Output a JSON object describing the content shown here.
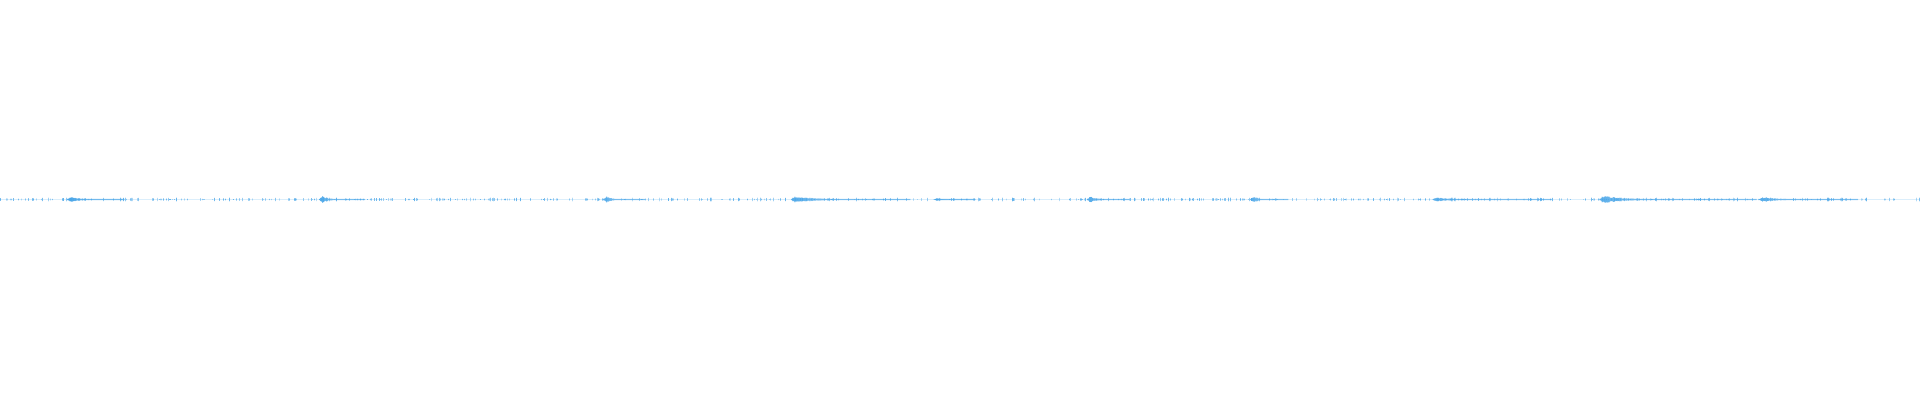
{
  "waveform": {
    "color": "#4aa6e8",
    "baseline_color": "#7fc0ef",
    "background": "#ffffff",
    "bursts": [
      {
        "at": 0.037,
        "strength": 0.7,
        "tail": 0.028
      },
      {
        "at": 0.168,
        "strength": 0.9,
        "tail": 0.022
      },
      {
        "at": 0.316,
        "strength": 0.8,
        "tail": 0.02
      },
      {
        "at": 0.414,
        "strength": 0.9,
        "tail": 0.06
      },
      {
        "at": 0.488,
        "strength": 0.4,
        "tail": 0.02
      },
      {
        "at": 0.568,
        "strength": 0.8,
        "tail": 0.02
      },
      {
        "at": 0.653,
        "strength": 0.8,
        "tail": 0.018
      },
      {
        "at": 0.748,
        "strength": 0.5,
        "tail": 0.06
      },
      {
        "at": 0.835,
        "strength": 0.9,
        "tail": 0.08
      },
      {
        "at": 0.918,
        "strength": 0.7,
        "tail": 0.05
      }
    ]
  }
}
